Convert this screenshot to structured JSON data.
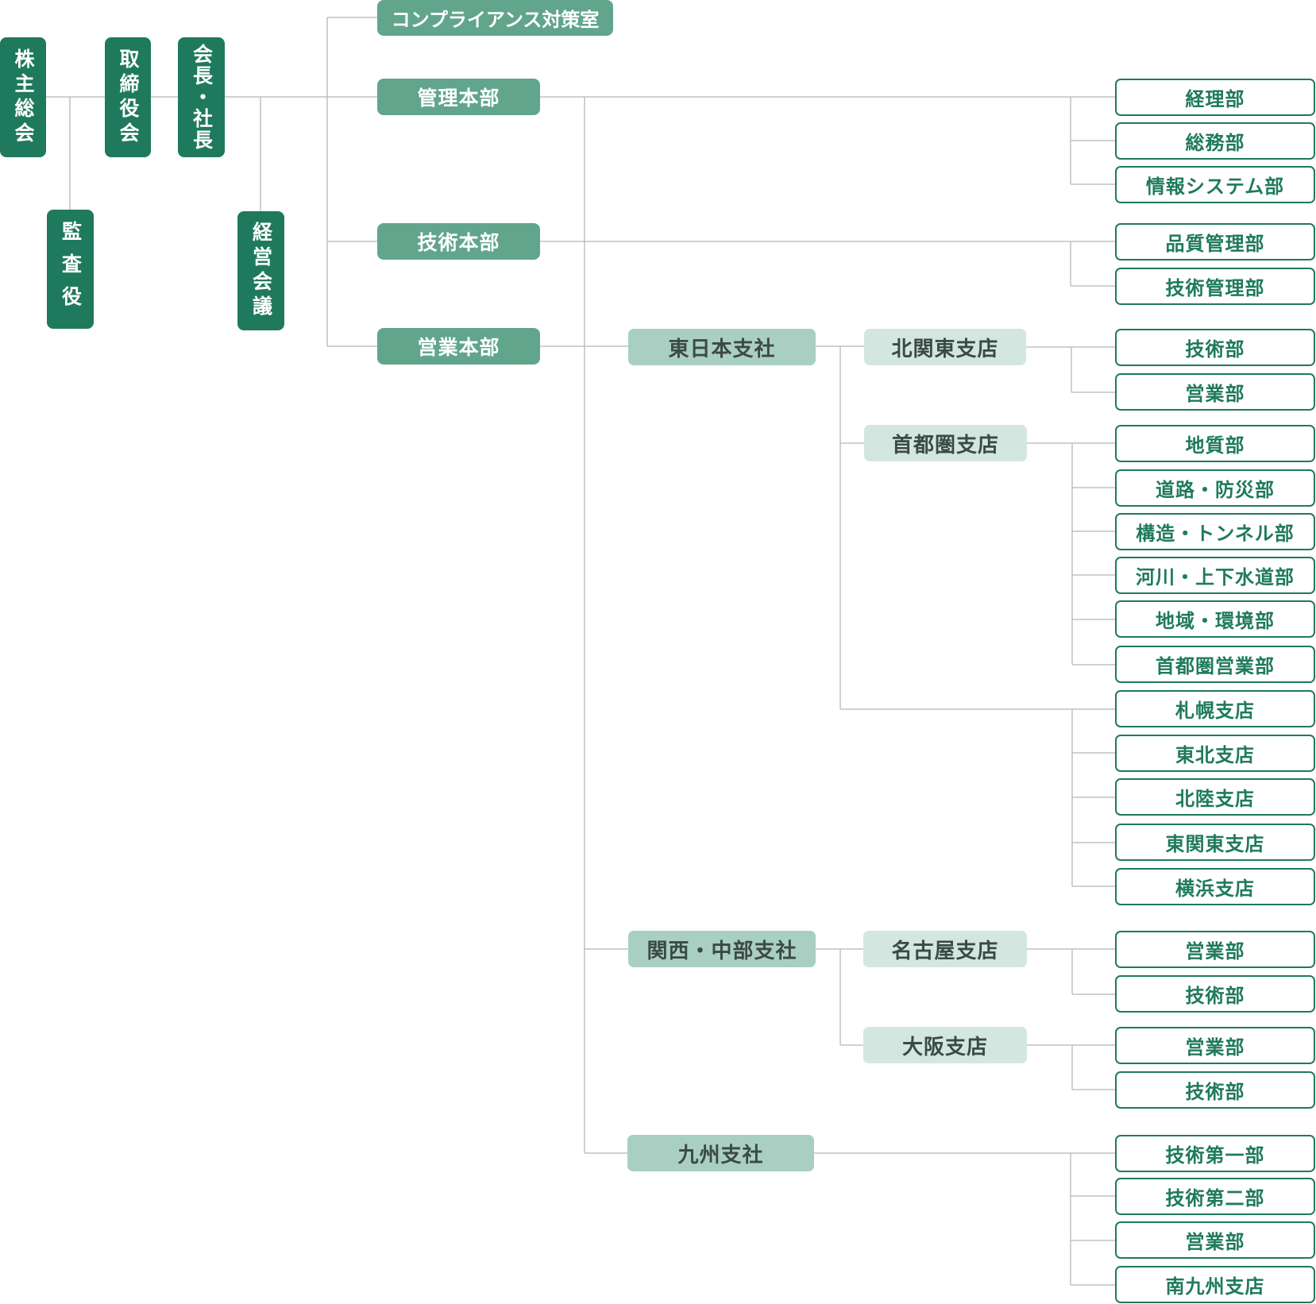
{
  "executive": {
    "shareholders": "株主総会",
    "board": "取締役会",
    "president": "会長・社長",
    "auditor": "監査役",
    "management_meeting": "経営会議"
  },
  "divisions": {
    "compliance": "コンプライアンス対策室",
    "admin": "管理本部",
    "tech": "技術本部",
    "sales": "営業本部"
  },
  "branches": {
    "east": "東日本支社",
    "kansai": "関西・中部支社",
    "kyushu": "九州支社"
  },
  "offices": {
    "kitakanto": "北関東支店",
    "shutoken": "首都圏支店",
    "nagoya": "名古屋支店",
    "osaka": "大阪支店"
  },
  "units": {
    "accounting": "経理部",
    "general_affairs": "総務部",
    "info_systems": "情報システム部",
    "quality": "品質管理部",
    "tech_management": "技術管理部",
    "kitakanto_tech": "技術部",
    "kitakanto_sales": "営業部",
    "geology": "地質部",
    "road_disaster": "道路・防災部",
    "structure_tunnel": "構造・トンネル部",
    "river_sewer": "河川・上下水道部",
    "regional_env": "地域・環境部",
    "shutoken_sales": "首都圏営業部",
    "sapporo": "札幌支店",
    "tohoku": "東北支店",
    "hokuriku": "北陸支店",
    "higashikanto": "東関東支店",
    "yokohama": "横浜支店",
    "nagoya_sales": "営業部",
    "nagoya_tech": "技術部",
    "osaka_sales": "営業部",
    "osaka_tech": "技術部",
    "kyushu_tech1": "技術第一部",
    "kyushu_tech2": "技術第二部",
    "kyushu_sales": "営業部",
    "minamikyushu": "南九州支店"
  },
  "colors": {
    "executive": "#1f7a5d",
    "division": "#61a58c",
    "branch": "#a9cfc2",
    "office": "#d3e7e0",
    "unit_border": "#1f7a5d",
    "connector": "#b4b8b6"
  }
}
